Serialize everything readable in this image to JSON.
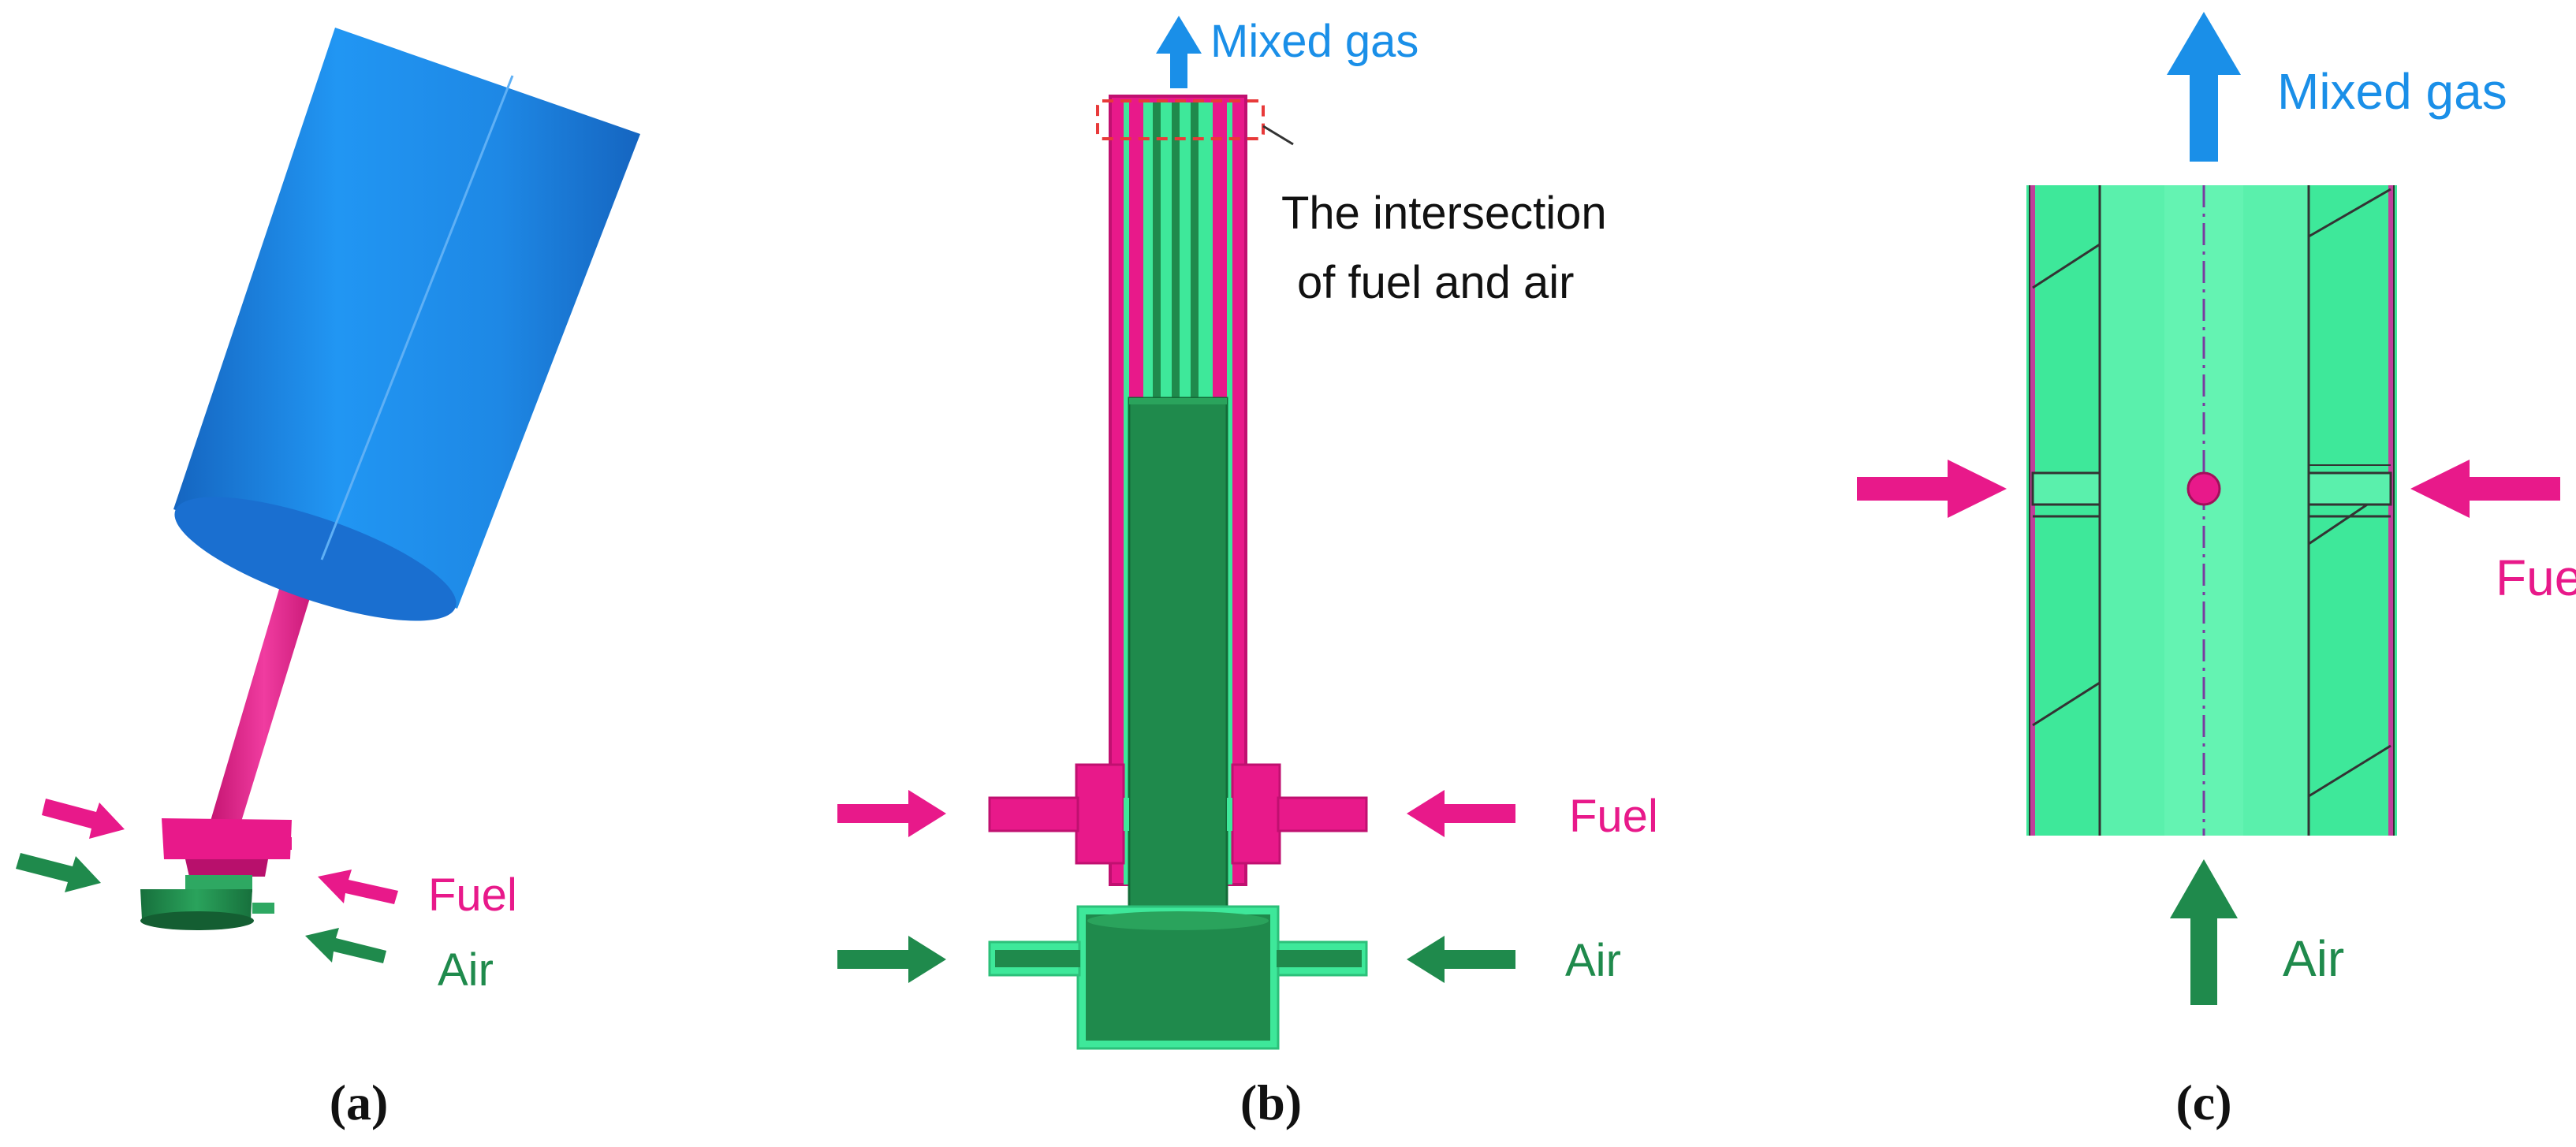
{
  "colors": {
    "mixed_gas": "#1a8fe8",
    "fuel": "#e8198a",
    "air": "#1f8a4c",
    "cylinder": "#1e88e5",
    "pipe": "#e8198a",
    "mint": "#3ee89a",
    "dark_green": "#1f8a4c",
    "outline": "#333333",
    "dash_box": "#e83a3a"
  },
  "panel_a": {
    "fuel_label": "Fuel",
    "air_label": "Air",
    "caption": "(a)"
  },
  "panel_b": {
    "mixed_gas_label": "Mixed gas",
    "annotation_line1": "The intersection",
    "annotation_line2": "of fuel and air",
    "fuel_label": "Fuel",
    "air_label": "Air",
    "caption": "(b)"
  },
  "panel_c": {
    "mixed_gas_label": "Mixed gas",
    "fuel_label": "Fuel",
    "air_label": "Air",
    "caption": "(c)"
  },
  "icons": {
    "arrow": "block-arrow-icon"
  }
}
